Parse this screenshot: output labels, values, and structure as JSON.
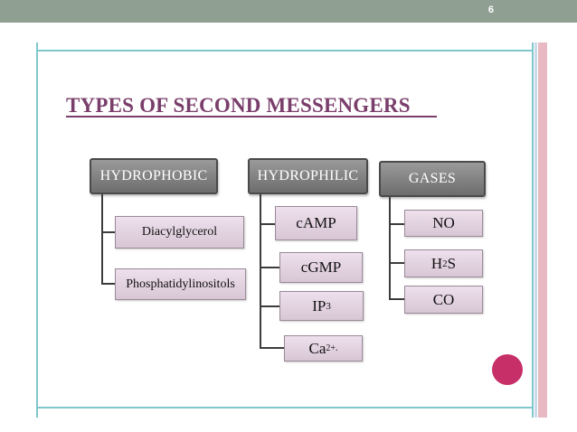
{
  "slide": {
    "page_number": "6",
    "title": "TYPES OF SECOND MESSENGERS",
    "colors": {
      "topbar": "#8f9f92",
      "title": "#7a3e6b",
      "frame": "#7fc7cd",
      "accent_dot": "#c72f69"
    }
  },
  "diagram": {
    "categories": [
      {
        "label": "HYDROPHOBIC",
        "items": [
          {
            "label": "Diacylglycerol"
          },
          {
            "label": "Phosphatidylinositols"
          }
        ]
      },
      {
        "label": "HYDROPHILIC",
        "items": [
          {
            "label": "cAMP"
          },
          {
            "label": "cGMP"
          },
          {
            "label": "IP",
            "sub": "3"
          },
          {
            "label": "Ca",
            "sup": "2+."
          }
        ]
      },
      {
        "label": "GASES",
        "items": [
          {
            "label": "NO"
          },
          {
            "label": "H",
            "sub": "2",
            "after": "S"
          },
          {
            "label": "CO"
          }
        ]
      }
    ]
  }
}
